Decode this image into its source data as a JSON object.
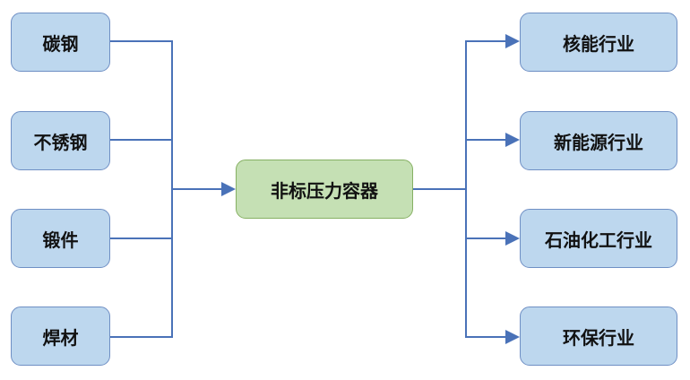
{
  "inputs": [
    "碳钢",
    "不锈钢",
    "锻件",
    "焊材"
  ],
  "center": "非标压力容器",
  "outputs": [
    "核能行业",
    "新能源行业",
    "石油化工行业",
    "环保行业"
  ],
  "colors": {
    "line": "#4a72b8",
    "input_fill": "#bdd7ee",
    "center_fill": "#c5e0b4"
  }
}
